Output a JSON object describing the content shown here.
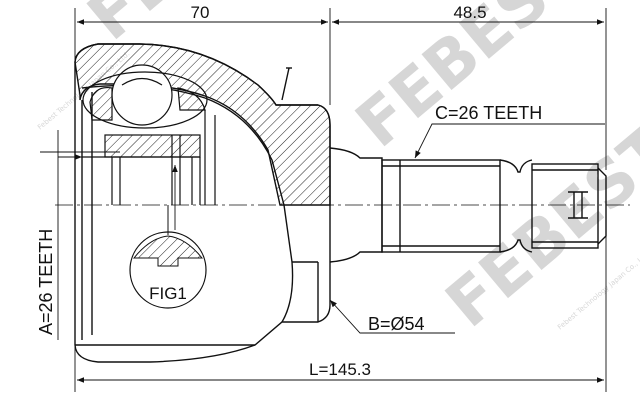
{
  "dimensions": {
    "top_left": "70",
    "top_right": "48.5",
    "overall": "L=145.3"
  },
  "labels": {
    "spline_outer": "C=26 TEETH",
    "spline_inner": "A=26 TEETH",
    "diameter": "B=Ø54",
    "figure": "FIG1"
  },
  "watermark": {
    "brand": "FEBEST",
    "company": "Febest Technology Japan Co., Ltd."
  },
  "colors": {
    "line": "#111111",
    "hatch": "#222222",
    "watermark": "#cfcfcf"
  }
}
